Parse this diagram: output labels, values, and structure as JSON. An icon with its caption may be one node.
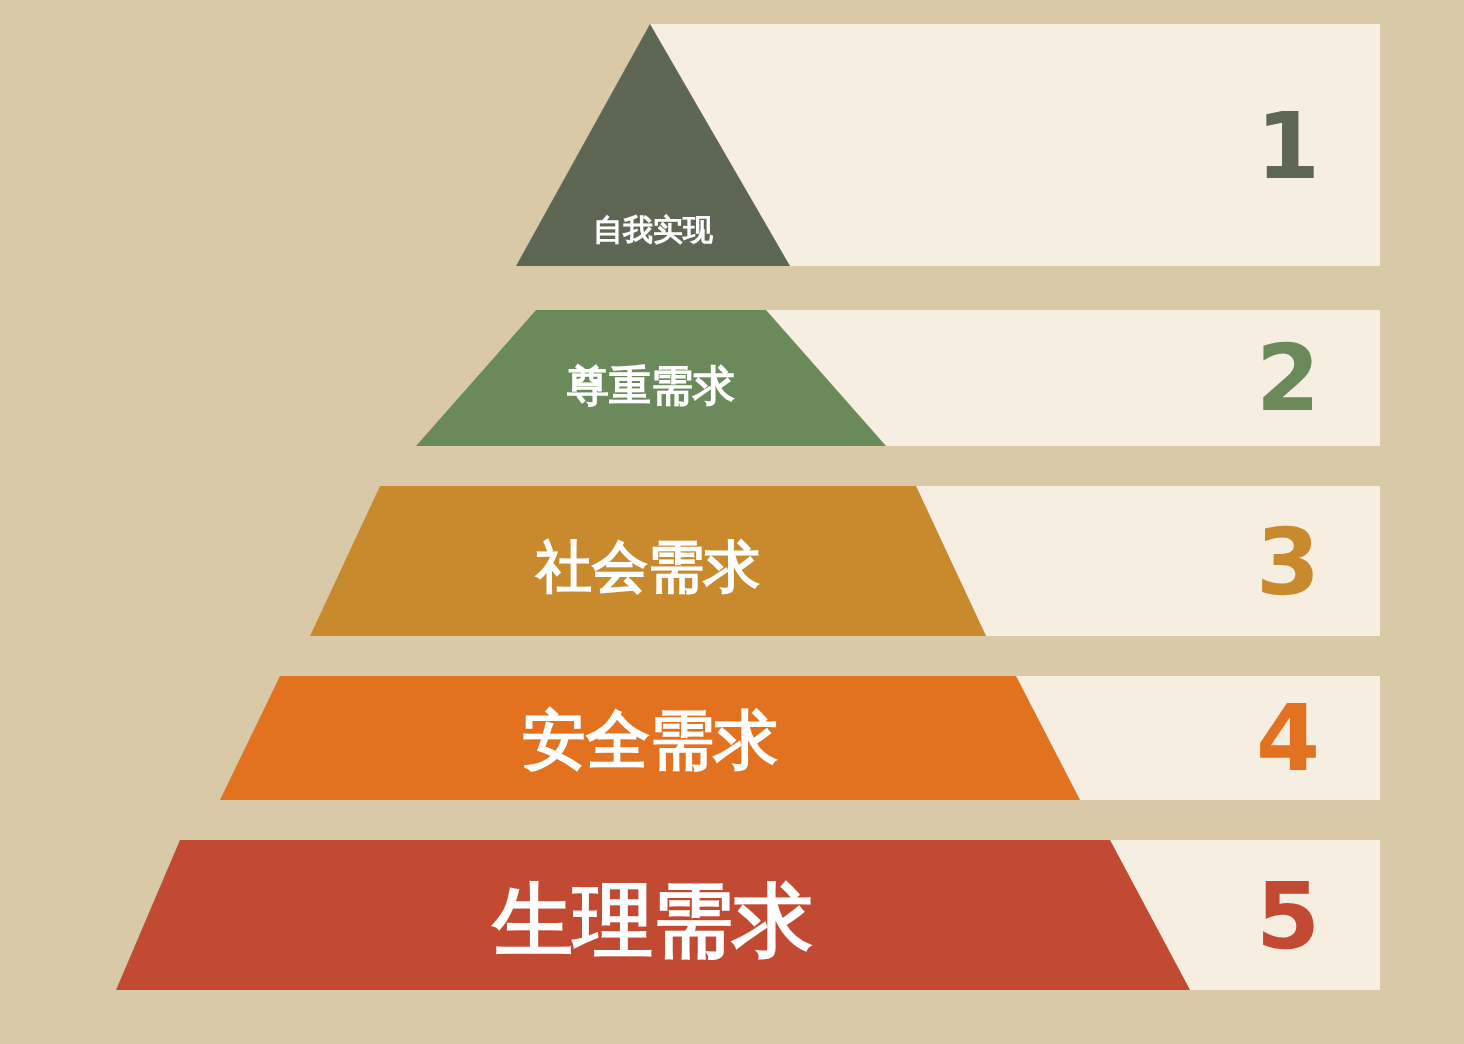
{
  "diagram": {
    "nodes": [
      {
        "text": [
          "自我实现"
        ]
      },
      {
        "text": [
          "尊重需求"
        ]
      },
      {
        "text": [
          "社会需求"
        ]
      },
      {
        "text": [
          "安全需求"
        ]
      },
      {
        "text": [
          "生理需求"
        ]
      },
      {
        "text": [
          "1"
        ]
      },
      {
        "text": [
          "2"
        ]
      },
      {
        "text": [
          "3"
        ]
      },
      {
        "text": [
          "4"
        ]
      },
      {
        "text": [
          "5"
        ]
      }
    ]
  }
}
